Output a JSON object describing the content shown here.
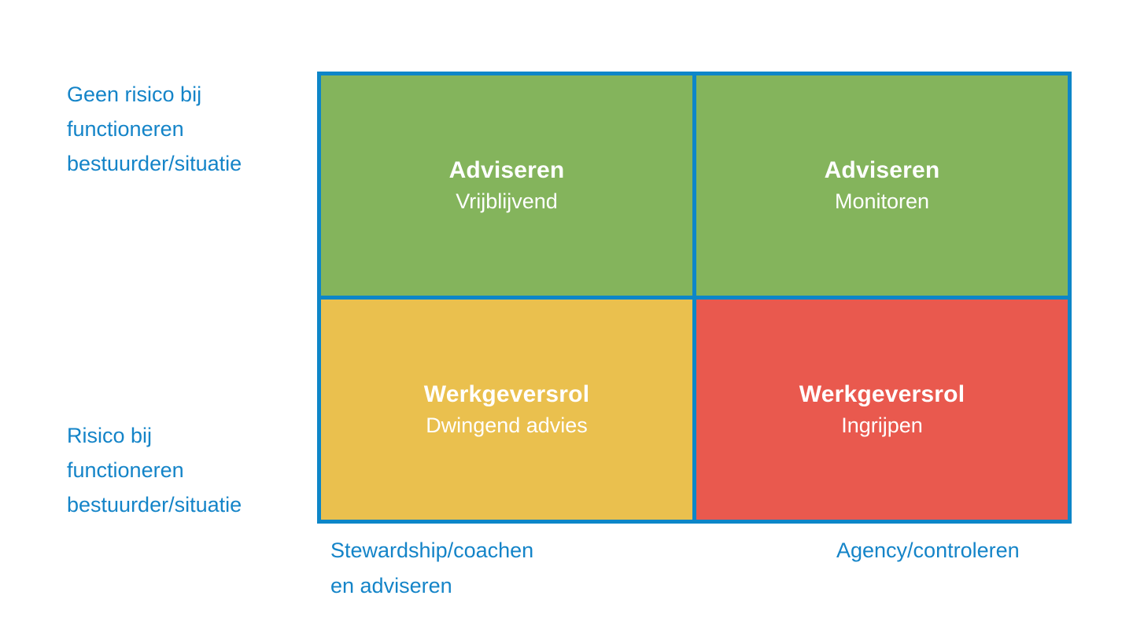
{
  "colors": {
    "background": "#ffffff",
    "grid_blue": "#0d86c8",
    "label_text_blue": "#1484c8",
    "quadrant_text": "#ffffff",
    "green": "#84b45c",
    "yellow": "#eac04e",
    "red": "#e9594e"
  },
  "quadrants": {
    "top_left": {
      "title": "Adviseren",
      "subtitle": "Vrijblijvend",
      "color": "#84b45c"
    },
    "top_right": {
      "title": "Adviseren",
      "subtitle": "Monitoren",
      "color": "#84b45c"
    },
    "bottom_left": {
      "title": "Werkgeversrol",
      "subtitle": "Dwingend advies",
      "color": "#eac04e"
    },
    "bottom_right": {
      "title": "Werkgeversrol",
      "subtitle": "Ingrijpen",
      "color": "#e9594e"
    }
  },
  "axes": {
    "y_top": {
      "lines": [
        "Geen risico bij",
        "functioneren",
        "bestuurder/situatie"
      ]
    },
    "y_bottom": {
      "lines": [
        "Risico bij",
        "functioneren",
        "bestuurder/situatie"
      ]
    },
    "x_left": {
      "lines": [
        "Stewardship/coachen",
        "en adviseren"
      ]
    },
    "x_right": {
      "label": "Agency/controleren"
    }
  }
}
